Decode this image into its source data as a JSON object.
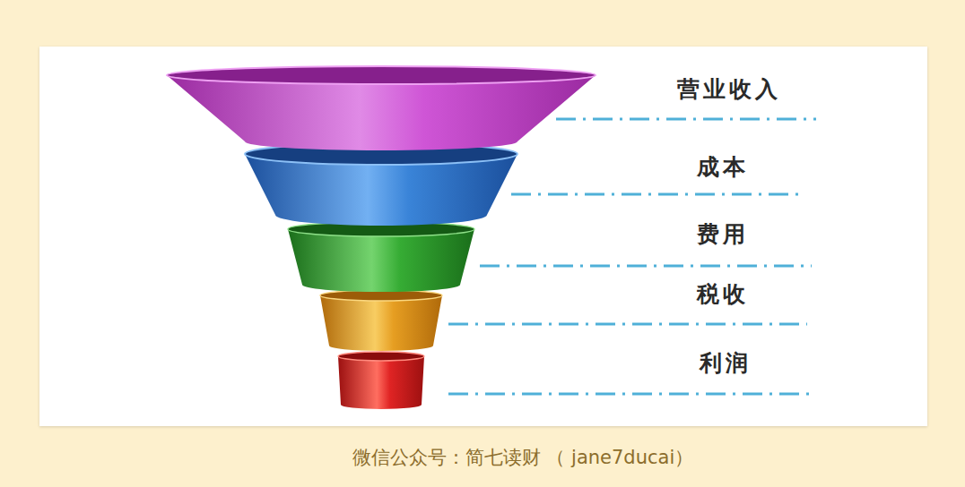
{
  "diagram": {
    "caption": "微信公众号：简七读财 （ jane7ducai）",
    "labels": [
      "营业收入",
      "成本",
      "费用",
      "税收",
      "利润"
    ]
  }
}
